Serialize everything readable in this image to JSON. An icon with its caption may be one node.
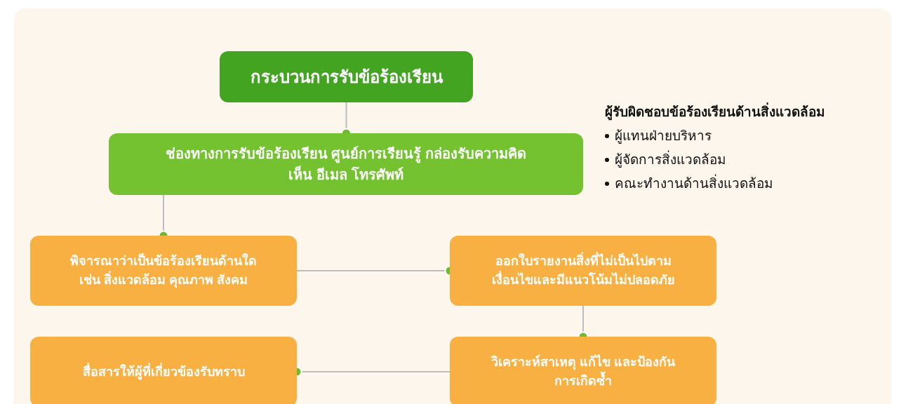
{
  "diagram": {
    "nodes": [
      {
        "text": [
          "กระบวนการรับข้อร้องเรียน"
        ]
      },
      {
        "text": [
          "ช่องทางการรับข้อร้องเรียน ศูนย์การเรียนรู้ กล่องรับความคิดเห็น อีเมล โทรศัพท์"
        ]
      },
      {
        "text": [
          "พิจารณาว่าเป็นข้อร้องเรียนด้านใด เช่น สิ่งแวดล้อม คุณภาพ สังคม"
        ]
      },
      {
        "text": [
          "ออกใบรายงานสิ่งที่ไม่เป็นไปตามเงื่อนไขและมีแนวโน้มไม่ปลอดภัย"
        ]
      },
      {
        "text": [
          "สื่อสารให้ผู้ที่เกี่ยวข้องรับทราบ"
        ]
      },
      {
        "text": [
          "วิเคราะห์สาเหตุ แก้ไข และป้องกันการเกิดซ้ำ"
        ]
      }
    ],
    "edges": [
      {
        "from": 0,
        "to": 1,
        "arrow": "other"
      },
      {
        "from": 1,
        "to": 2,
        "arrow": "other"
      },
      {
        "from": 2,
        "to": 3,
        "arrow": "other"
      },
      {
        "from": 3,
        "to": 5,
        "arrow": "other"
      },
      {
        "from": 5,
        "to": 4,
        "arrow": "other"
      }
    ],
    "labels": [
      "ผู้รับผิดชอบข้อร้องเรียนด้านสิ่งแวดล้อม",
      "ผู้แทนฝ่ายบริหาร",
      "ผู้จัดการสิ่งแวดล้อม",
      "คณะทำงานด้านสิ่งแวดล้อม"
    ]
  }
}
